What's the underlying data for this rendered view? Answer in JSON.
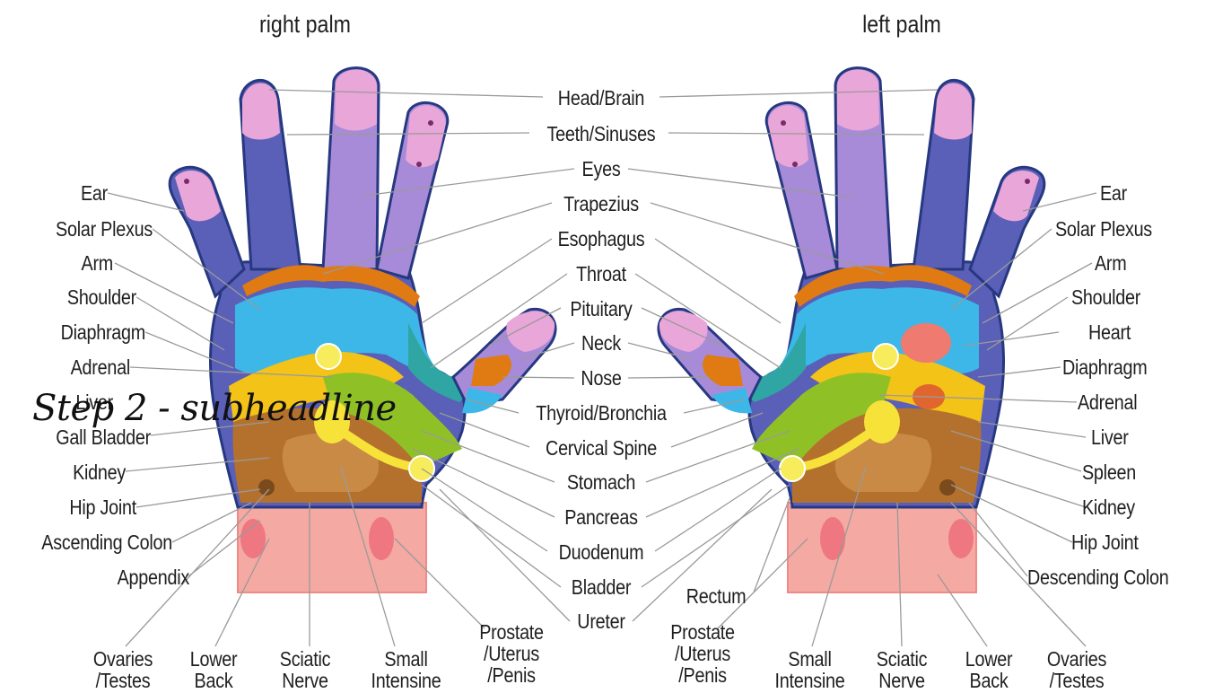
{
  "titles": {
    "right_palm": "right palm",
    "left_palm": "left palm"
  },
  "subheadline": "Step 2 -  subheadline",
  "center_labels": [
    "Head/Brain",
    "Teeth/Sinuses",
    "Eyes",
    "Trapezius",
    "Esophagus",
    "Throat",
    "Pituitary",
    "Neck",
    "Nose",
    "Thyroid/Bronchia",
    "Cervical Spine",
    "Stomach",
    "Pancreas",
    "Duodenum",
    "Bladder",
    "Ureter"
  ],
  "right_hand_side_labels": [
    "Ear",
    "Solar Plexus",
    "Arm",
    "Shoulder",
    "Diaphragm",
    "Adrenal",
    "Liver",
    "Gall Bladder",
    "Kidney",
    "Hip Joint",
    "Ascending Colon",
    "Appendix"
  ],
  "left_hand_side_labels": [
    "Ear",
    "Solar Plexus",
    "Arm",
    "Shoulder",
    "Heart",
    "Diaphragm",
    "Adrenal",
    "Liver",
    "Spleen",
    "Kidney",
    "Hip Joint",
    "Descending Colon"
  ],
  "bottom_right_hand": [
    "Ovaries\n/Testes",
    "Lower\nBack",
    "Sciatic\nNerve",
    "Small\nIntensine",
    "Prostate\n/Uterus\n/Penis"
  ],
  "bottom_left_hand": [
    "Rectum",
    "Prostate\n/Uterus\n/Penis",
    "Small\nIntensine",
    "Sciatic\nNerve",
    "Lower\nBack",
    "Ovaries\n/Testes"
  ],
  "colors": {
    "finger_purple": "#a78bd8",
    "finger_blue": "#5a5fb8",
    "tip_pink": "#e9a6d9",
    "orange_band": "#e07a12",
    "palm_blue": "#3db7e8",
    "yellow": "#f3c318",
    "green": "#8fc127",
    "brown": "#b4712e",
    "dark_brown": "#7a4a1c",
    "wrist_pink": "#f4a9a2",
    "outline": "#263880",
    "point_yellow": "#f7ec5c"
  }
}
